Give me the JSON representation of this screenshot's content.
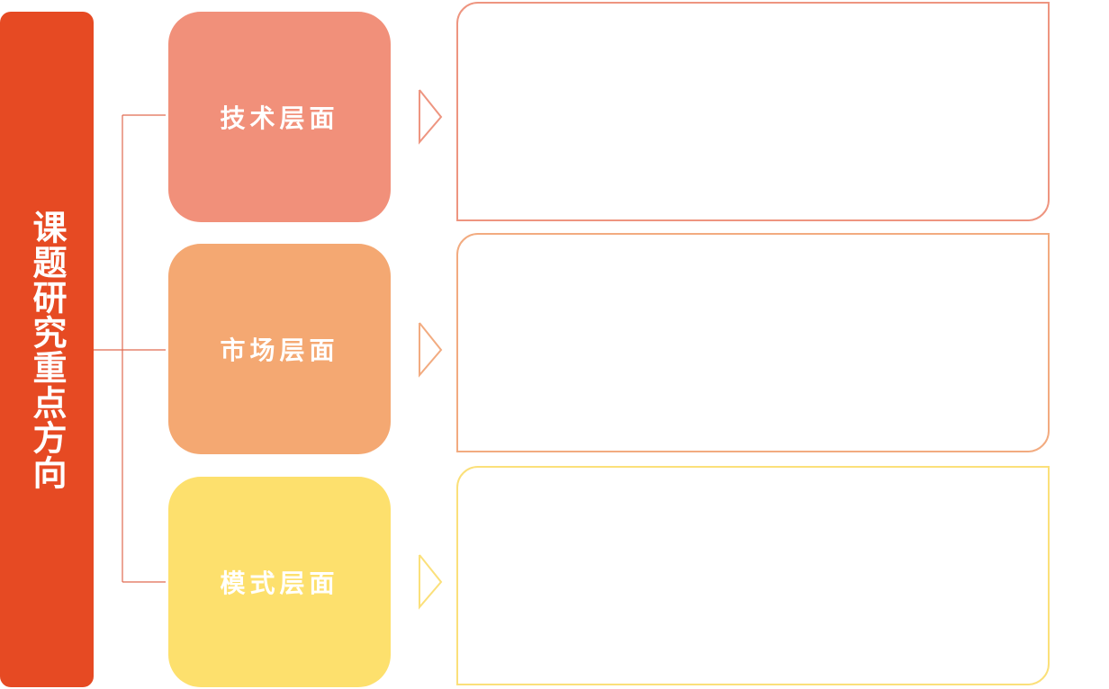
{
  "root": {
    "title": "课题研究重点方向"
  },
  "categories": [
    {
      "label": "技术层面",
      "content": ""
    },
    {
      "label": "市场层面",
      "content": ""
    },
    {
      "label": "模式层面",
      "content": ""
    }
  ],
  "colors": {
    "root": "#e64a23",
    "category_1": "#f1907a",
    "category_2": "#f4a872",
    "category_3": "#fde06d",
    "connector": "#e06a50"
  }
}
